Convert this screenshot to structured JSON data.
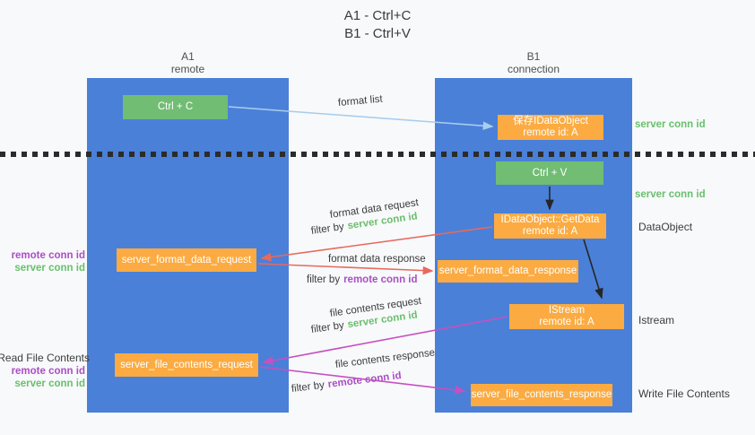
{
  "title": {
    "line1": "A1 - Ctrl+C",
    "line2": "B1 - Ctrl+V"
  },
  "lanes": {
    "left": {
      "header_line1": "A1",
      "header_line2": "remote"
    },
    "right": {
      "header_line1": "B1",
      "header_line2": "connection"
    }
  },
  "boxes": {
    "ctrl_c": "Ctrl + C",
    "ctrl_v": "Ctrl + V",
    "save_idataobject": {
      "line1": "保存IDataObject",
      "line2": "remote id: A"
    },
    "getdata": {
      "line1": "IDataObject::GetData",
      "line2": "remote id: A"
    },
    "istream": {
      "line1": "IStream",
      "line2": "remote id: A"
    },
    "format_request": "server_format_data_request",
    "format_response": "server_format_data_response",
    "file_request": "server_file_contents_request",
    "file_response": "server_file_contents_response"
  },
  "arrow_labels": {
    "format_list": "format list",
    "format_data_request": "format data request",
    "format_data_response": "format data response",
    "file_contents_request": "file contents request",
    "file_contents_response": "file contents response",
    "filter_by": "filter by",
    "server_conn_id": "server conn id",
    "remote_conn_id": "remote conn id"
  },
  "side_labels": {
    "right_server_conn_id_top": "server conn id",
    "right_server_conn_id_mid": "server conn id",
    "data_object": "DataObject",
    "istream": "Istream",
    "write_file_contents": "Write File Contents",
    "read_file_contents": "Read File Contents",
    "left_remote_conn_id_top": "remote conn id",
    "left_server_conn_id_top": "server conn id",
    "left_remote_conn_id_bottom": "remote conn id",
    "left_server_conn_id_bottom": "server conn id"
  },
  "colors": {
    "lane_blue": "#4a80d8",
    "box_green": "#71bd74",
    "box_orange": "#fbab41",
    "arrow_light_blue": "#a9cdec",
    "arrow_red": "#e8695d",
    "arrow_magenta": "#c750c0",
    "arrow_black": "#262626",
    "text_green": "#6abf6e",
    "text_purple": "#ab4fc4",
    "background": "#f8f9fa"
  }
}
